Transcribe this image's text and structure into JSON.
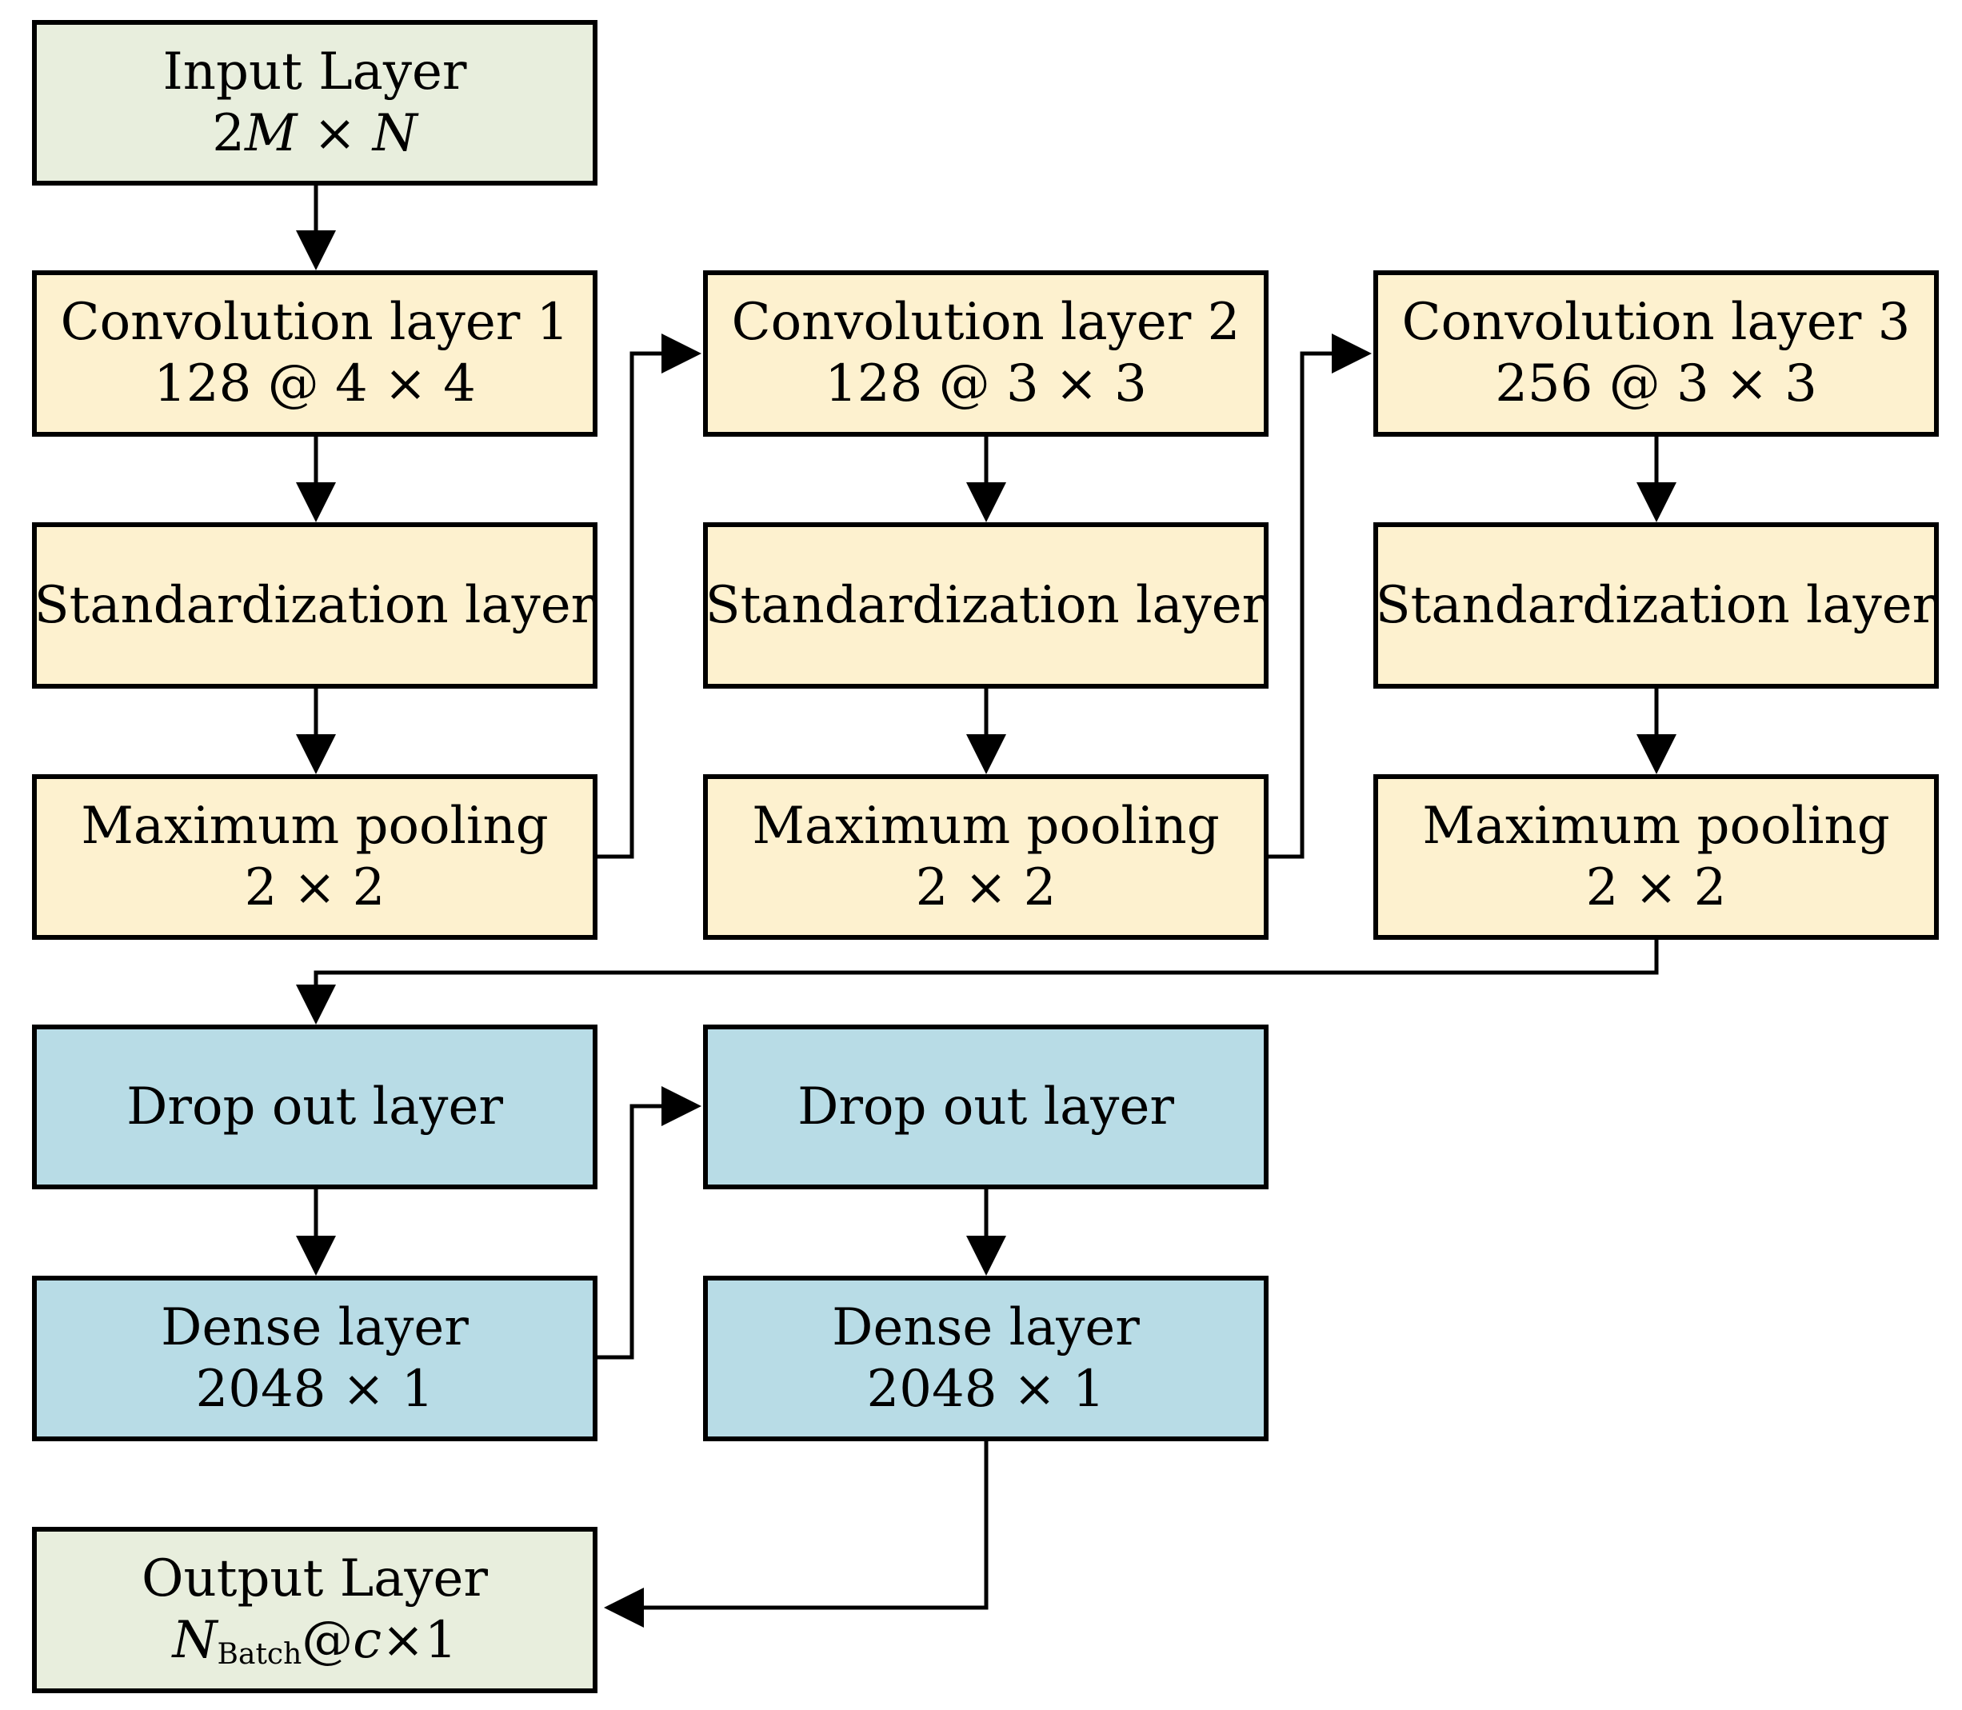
{
  "colors": {
    "input_output": "#e8eedd",
    "conv_block": "#fdf1cf",
    "dense_block": "#b8dce6",
    "stroke": "#000000"
  },
  "input": {
    "title": "Input Layer",
    "dim_prefix": "2",
    "dim_m": "M",
    "dim_times": " × ",
    "dim_n": "N"
  },
  "columns": [
    {
      "conv_title": "Convolution layer 1",
      "conv_spec": "128 @ 4 × 4",
      "std_title": "Standardization layer",
      "pool_title": "Maximum pooling",
      "pool_spec": "2 × 2"
    },
    {
      "conv_title": "Convolution layer 2",
      "conv_spec": "128 @ 3 × 3",
      "std_title": "Standardization layer",
      "pool_title": "Maximum pooling",
      "pool_spec": "2 × 2"
    },
    {
      "conv_title": "Convolution layer 3",
      "conv_spec": "256 @ 3 × 3",
      "std_title": "Standardization layer",
      "pool_title": "Maximum pooling",
      "pool_spec": "2 × 2"
    }
  ],
  "dense_columns": [
    {
      "dropout_title": "Drop out layer",
      "dense_title": "Dense layer",
      "dense_spec": "2048 × 1"
    },
    {
      "dropout_title": "Drop out layer",
      "dense_title": "Dense layer",
      "dense_spec": "2048 × 1"
    }
  ],
  "output": {
    "title": "Output Layer",
    "n": "N",
    "n_sub": "Batch",
    "at": "@",
    "c": "c",
    "tail": "×1"
  }
}
